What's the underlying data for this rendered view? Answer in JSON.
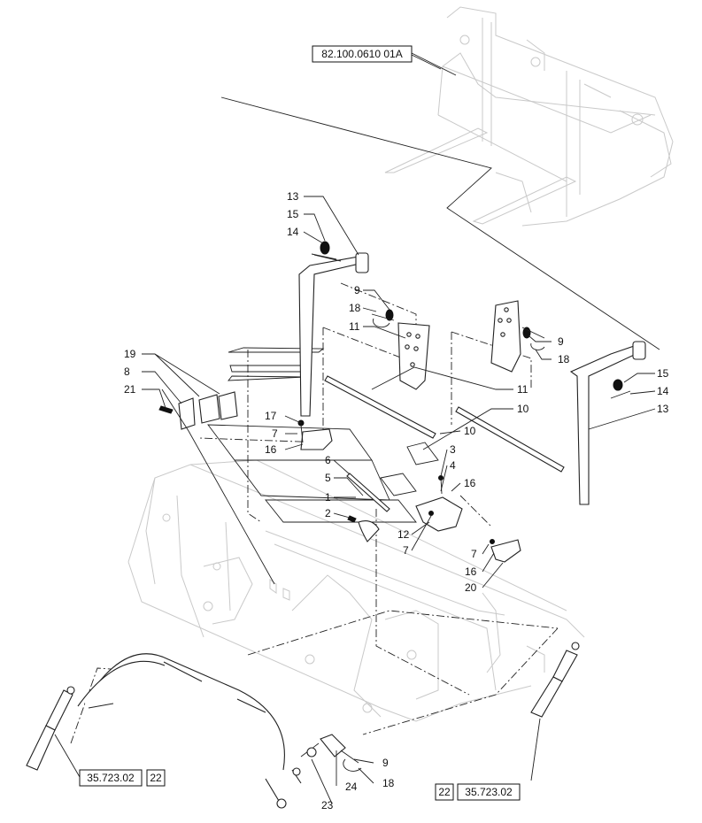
{
  "references": {
    "top_ref": "82.100.0610 01A",
    "left_ref": "35.723.02",
    "left_ref_page": "22",
    "right_ref": "35.723.02",
    "right_ref_page": "22"
  },
  "callouts": {
    "c13_a": "13",
    "c15_a": "15",
    "c14_a": "14",
    "c9_a": "9",
    "c18_a": "18",
    "c11_a": "11",
    "c9_b": "9",
    "c18_b": "18",
    "c15_b": "15",
    "c14_b": "14",
    "c13_b": "13",
    "c19": "19",
    "c8": "8",
    "c21": "21",
    "c17": "17",
    "c7_a": "7",
    "c16_a": "16",
    "c11_b": "11",
    "c10_a": "10",
    "c10_b": "10",
    "c6": "6",
    "c5": "5",
    "c1": "1",
    "c2": "2",
    "c3": "3",
    "c4": "4",
    "c16_b": "16",
    "c12": "12",
    "c7_b": "7",
    "c7_c": "7",
    "c16_c": "16",
    "c20": "20",
    "c9_c": "9",
    "c24": "24",
    "c18_c": "18",
    "c23": "23"
  }
}
